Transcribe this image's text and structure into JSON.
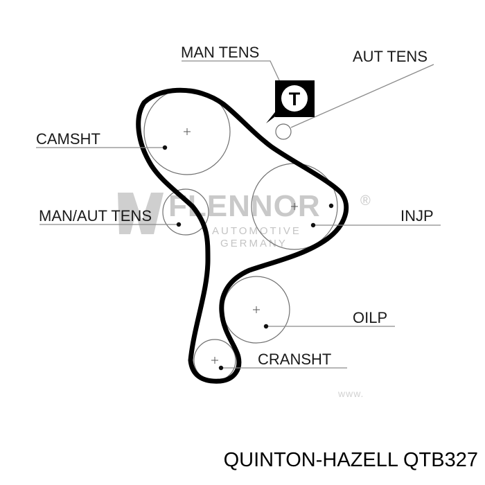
{
  "labels": {
    "man_tens": "MAN TENS",
    "aut_tens": "AUT TENS",
    "camsht": "CAMSHT",
    "man_aut_tens": "MAN/AUT TENS",
    "injp": "INJP",
    "oilp": "OILP",
    "cransht": "CRANSHT",
    "tensioner_symbol": "T"
  },
  "watermark": {
    "brand": "FLENNOR",
    "registered": "®",
    "line1": "AUTOMOTIVE",
    "line2": "GERMANY",
    "website": "www."
  },
  "footer": {
    "part_label": "QUINTON-HAZELL QTB327"
  },
  "colors": {
    "belt": "#000000",
    "pulley": "#6f6f6f",
    "leader": "#8a8a8a",
    "watermark": "#c9c9c9"
  }
}
